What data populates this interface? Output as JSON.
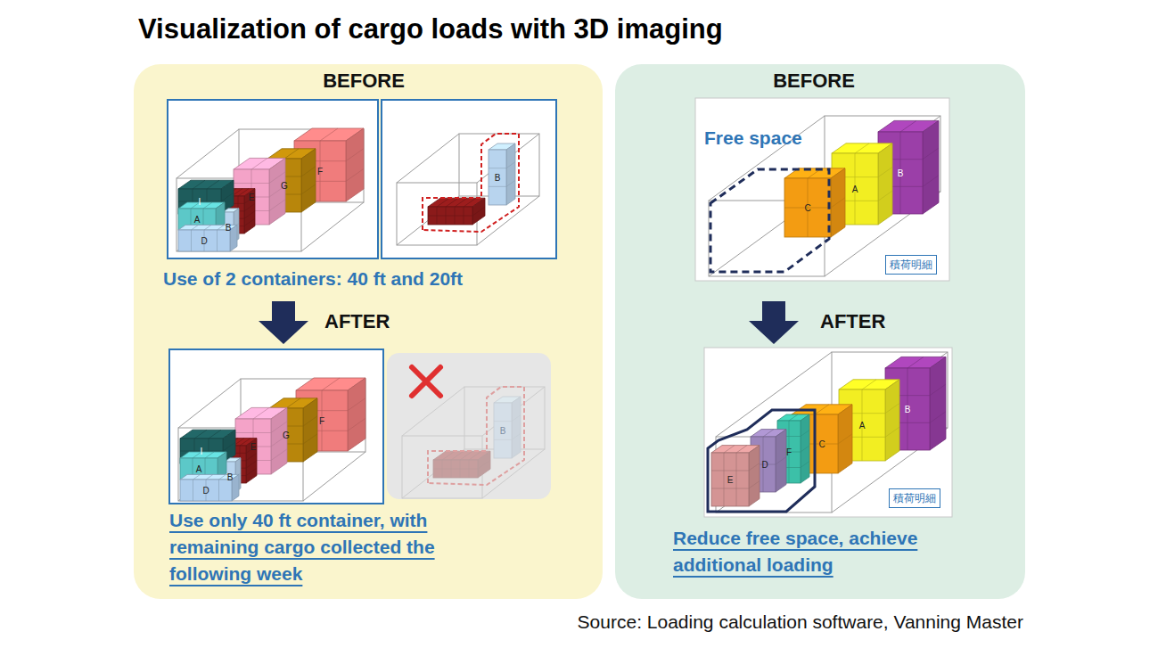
{
  "diagram": {
    "title": "Visualization of cargo loads with 3D imaging",
    "caption": "Source: Loading calculation software, Vanning Master",
    "nodes": [
      {
        "text": [
          "BEFORE",
          "Use of 2 containers: 40 ft and 20ft",
          "AFTER",
          "Use only 40 ft container, with remaining cargo collected the following week"
        ]
      },
      {
        "text": [
          "BEFORE",
          "AFTER",
          "Reduce free space, achieve additional loading"
        ]
      },
      {
        "text": [
          "積荷明細"
        ],
        "in": 1
      },
      {
        "text": [
          "積荷明細"
        ],
        "in": 1
      }
    ],
    "labels": [
      "F",
      "G",
      "E",
      "I",
      "A",
      "D",
      "B",
      "B",
      "Free space",
      "B",
      "A",
      "C",
      "F",
      "G",
      "E",
      "I",
      "A",
      "D",
      "B",
      "B",
      "B",
      "A",
      "C",
      "F",
      "D",
      "E"
    ]
  }
}
